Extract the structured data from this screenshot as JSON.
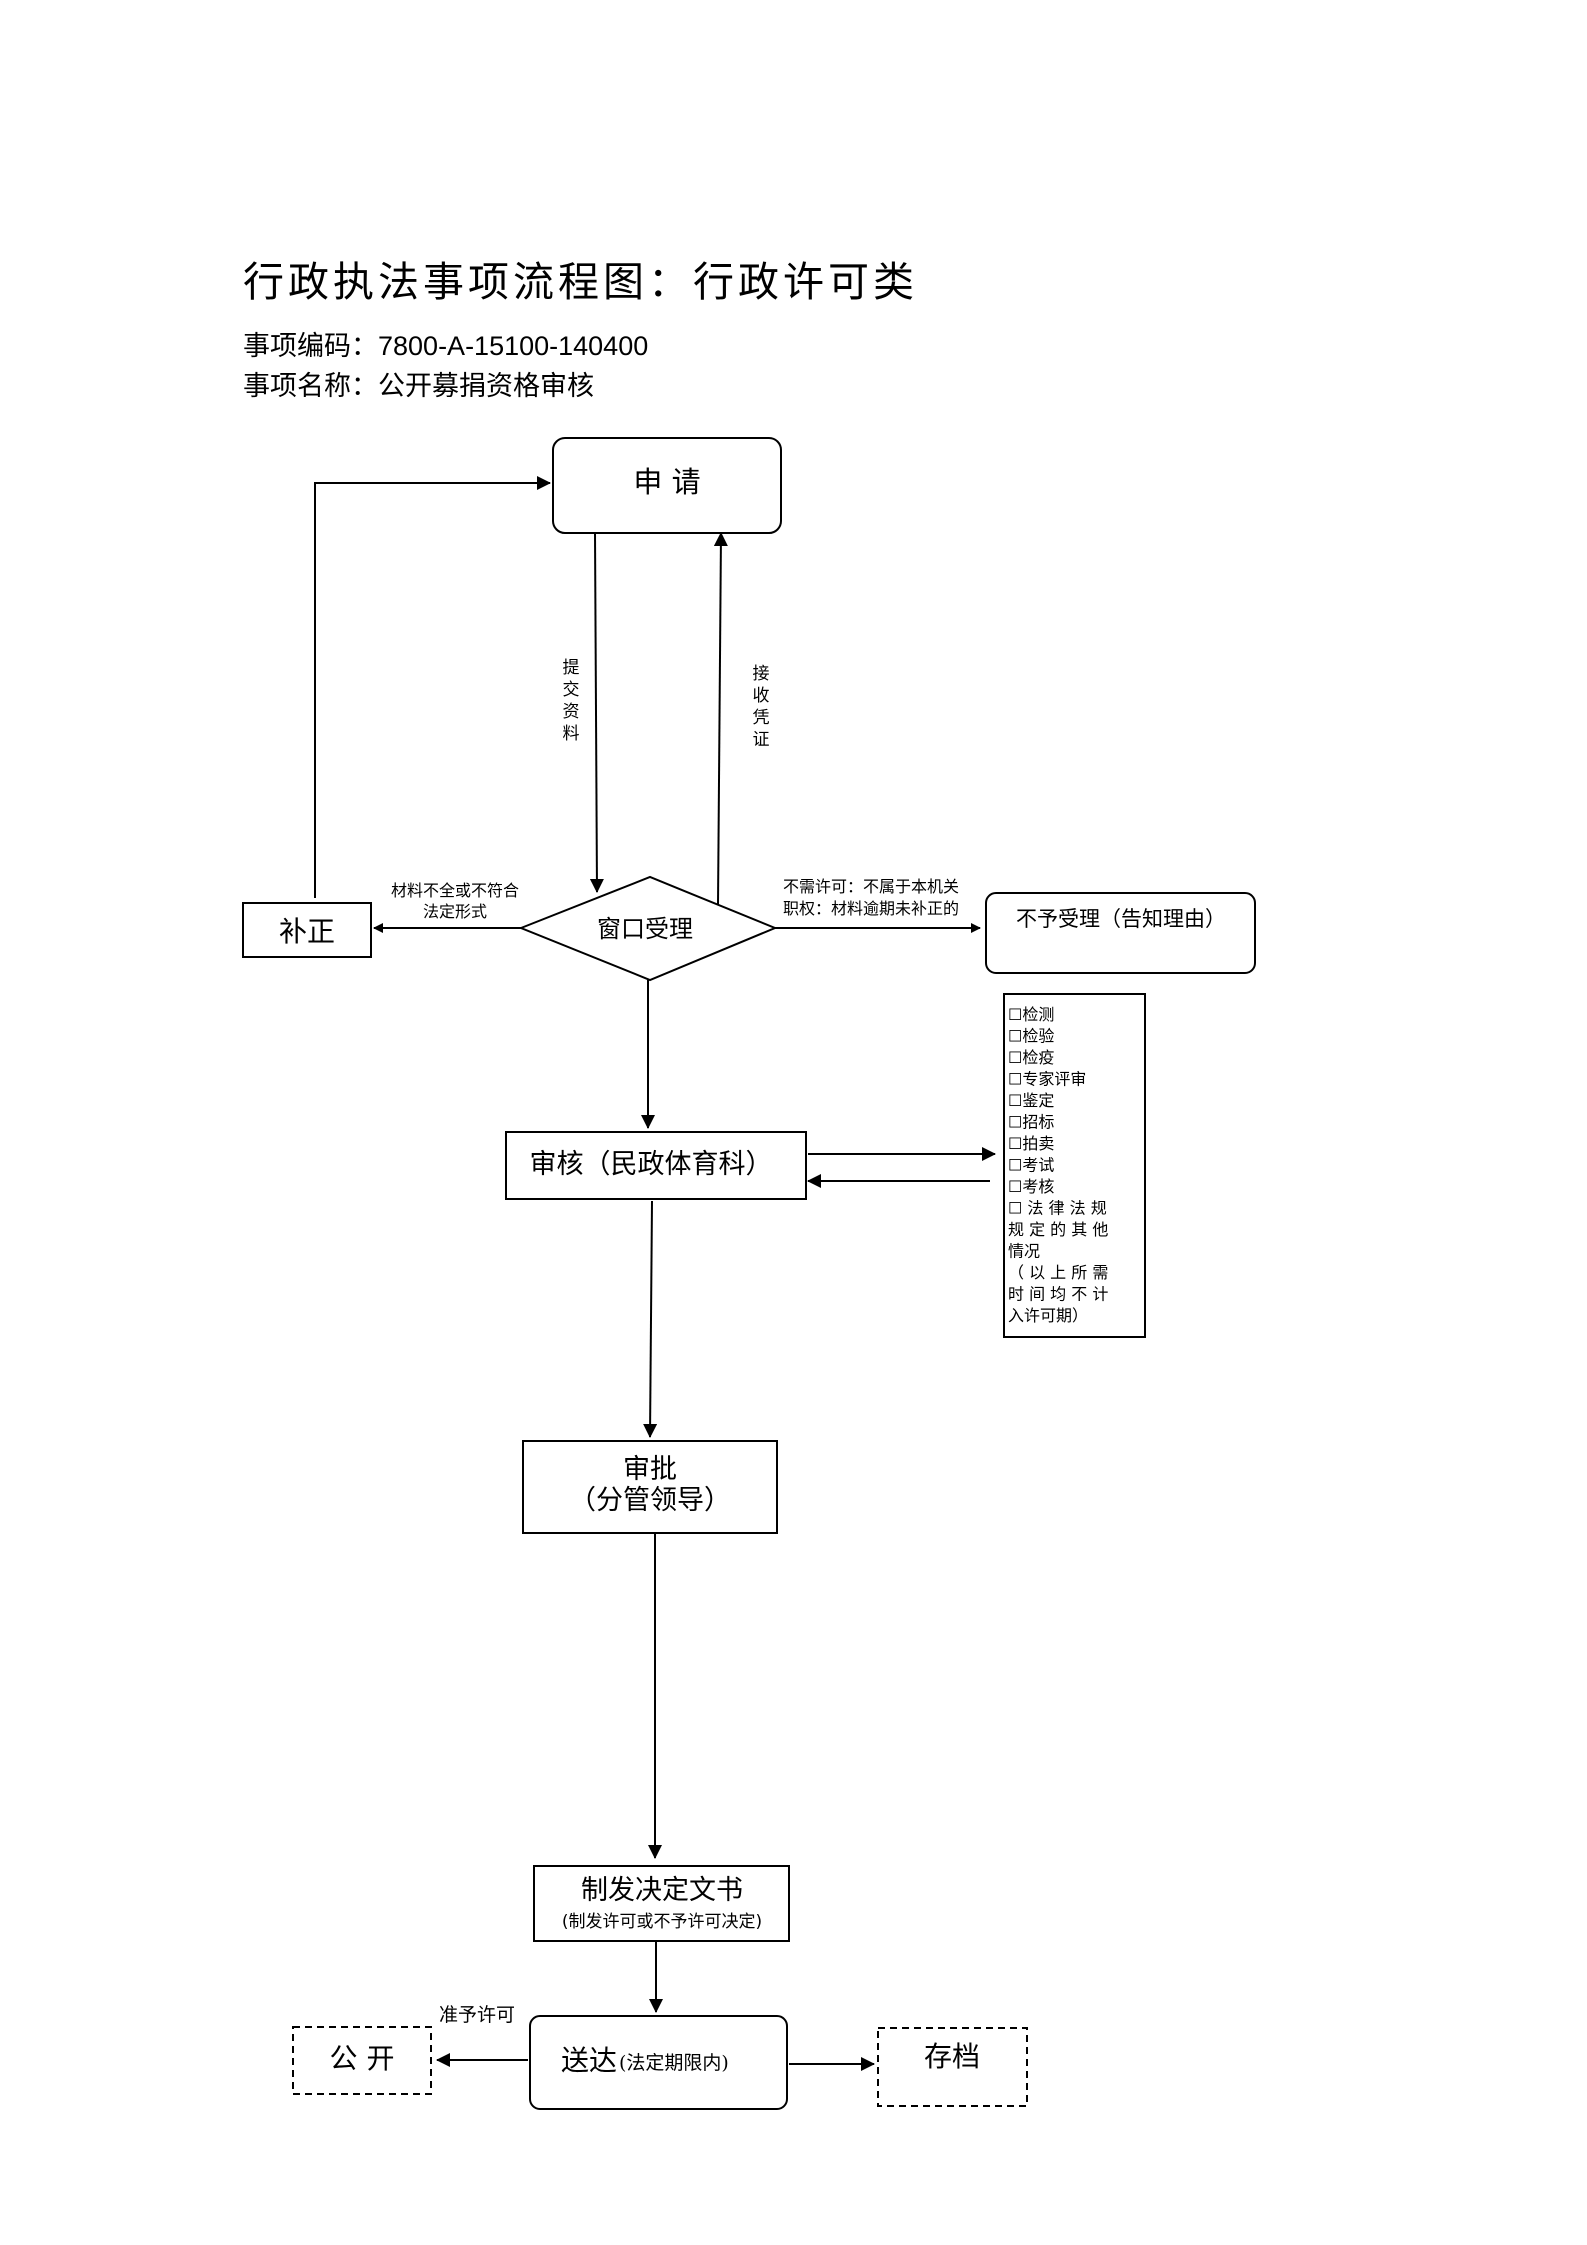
{
  "header": {
    "title": "行政执法事项流程图：行政许可类",
    "code_label": "事项编码：",
    "code_value": "7800-A-15100-140400",
    "name_label": "事项名称：",
    "name_value": "公开募捐资格审核"
  },
  "nodes": {
    "apply": "申 请",
    "window": "窗口受理",
    "supplement": "补正",
    "reject": "不予受理（告知理由）",
    "review": "审核（民政体育科）",
    "approve_line1": "审批",
    "approve_line2": "（分管领导）",
    "decision_line1": "制发决定文书",
    "decision_line2": "(制发许可或不予许可决定)",
    "deliver": "送达",
    "deliver_note": "(法定期限内)",
    "publicize": "公 开",
    "archive": "存档"
  },
  "edge_labels": {
    "submit": [
      "提",
      "交",
      "资",
      "料"
    ],
    "receipt": [
      "接",
      "收",
      "凭",
      "证"
    ],
    "incomplete_line1": "材料不全或不符合",
    "incomplete_line2": "法定形式",
    "no_permit_line1": "不需许可：不属于本机关",
    "no_permit_line2": "职权：材料逾期未补正的",
    "grant": "准予许可"
  },
  "special_procedures": [
    "☐检测",
    "☐检验",
    "☐检疫",
    "☐专家评审",
    "☐鉴定",
    "☐招标",
    "☐拍卖",
    "☐考试",
    "☐考核",
    "☐ 法 律 法 规",
    "规 定 的 其 他",
    "情况",
    "（ 以 上 所 需",
    "时 间 均 不 计",
    "入许可期）"
  ]
}
